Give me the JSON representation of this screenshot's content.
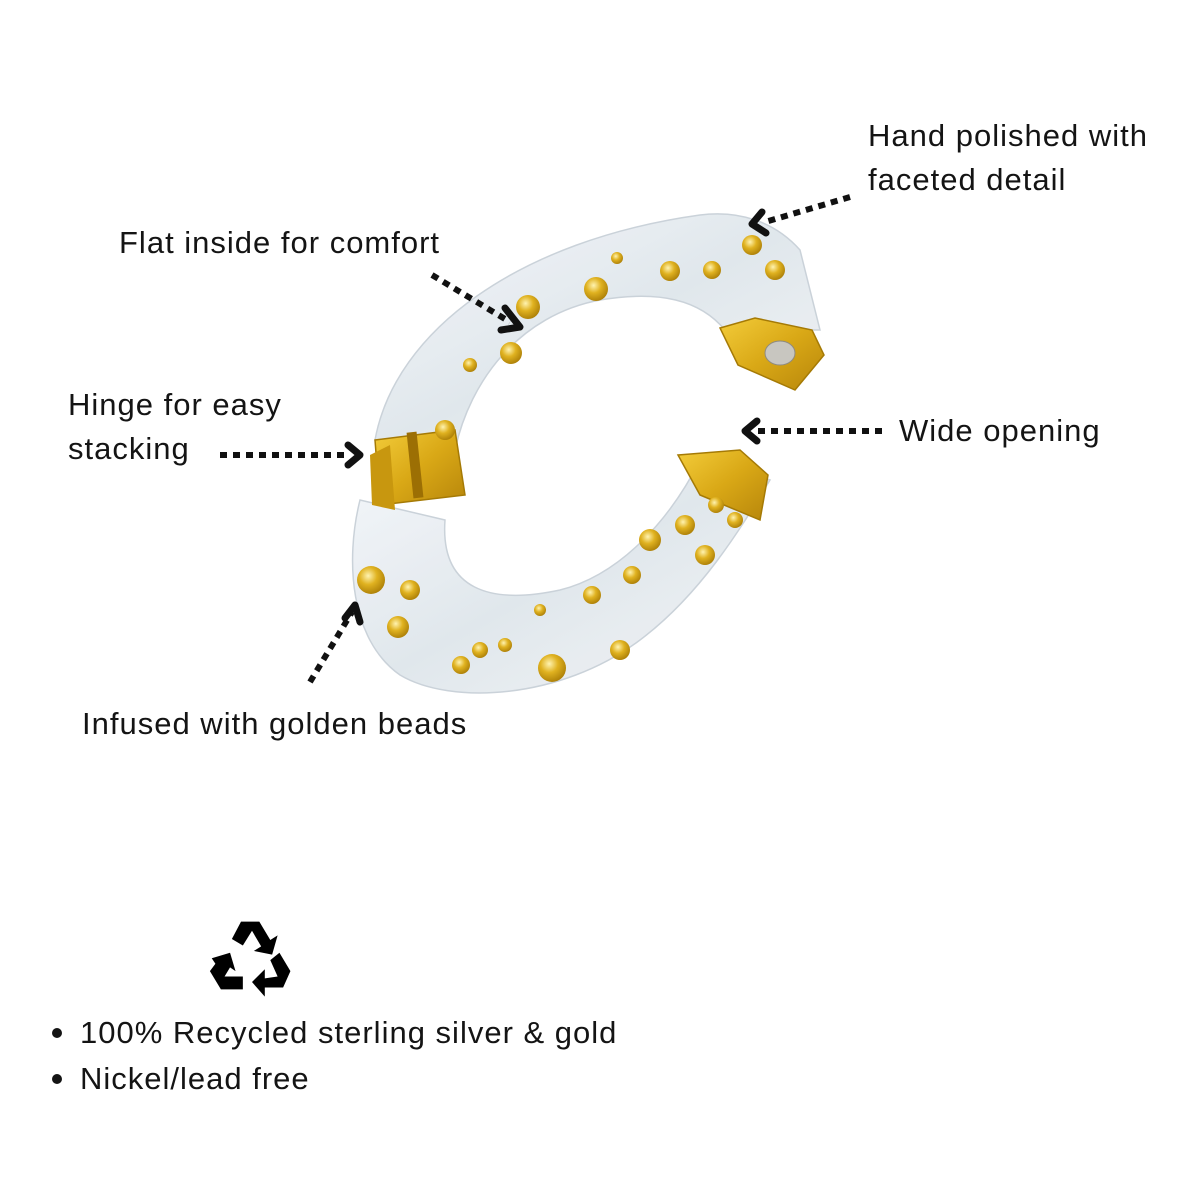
{
  "callouts": [
    {
      "id": "hand-polished",
      "lines": [
        "Hand polished with",
        "faceted detail"
      ]
    },
    {
      "id": "flat-inside",
      "lines": [
        "Flat inside for comfort"
      ]
    },
    {
      "id": "hinge",
      "lines": [
        "Hinge for easy",
        "stacking"
      ]
    },
    {
      "id": "wide-opening",
      "lines": [
        "Wide opening"
      ]
    },
    {
      "id": "golden-beads",
      "lines": [
        "Infused with golden beads"
      ]
    }
  ],
  "product": {
    "name": "clear-resin-hinged-bangle",
    "colors": {
      "resin": "#e9eef3",
      "gold": "#d9a816",
      "gold_dark": "#b7860b",
      "text": "#141414"
    }
  },
  "features": {
    "icon": "recycle-icon",
    "items": [
      "100% Recycled sterling silver & gold",
      "Nickel/lead free"
    ]
  }
}
